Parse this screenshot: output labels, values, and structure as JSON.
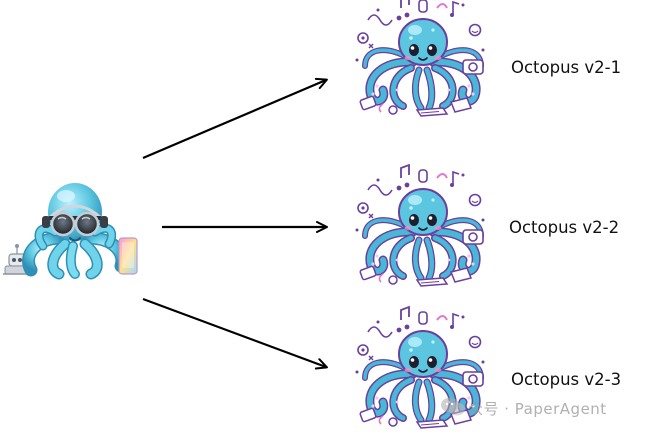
{
  "labels": {
    "v1": "Octopus v2-1",
    "v2": "Octopus v2-2",
    "v3": "Octopus v2-3"
  },
  "watermark": {
    "text": "众号 · PaperAgent"
  },
  "colors": {
    "octopus_body": "#5cc6e0",
    "octopus_shadow": "#2f8fb6",
    "tentacle_outline": "#6a3f9e",
    "accent_pink": "#e07ad0",
    "arrow": "#000000"
  }
}
